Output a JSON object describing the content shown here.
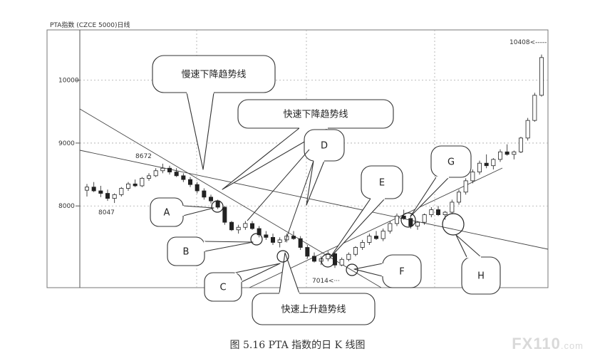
{
  "chart_data": {
    "type": "candlestick",
    "title": "PTA指数 (CZCE 5000)日线",
    "ylim": [
      6700,
      10800
    ],
    "yticks": [
      8000,
      9000,
      10000
    ],
    "grid": true,
    "annotations_price": [
      {
        "label": "8672",
        "value": 8672
      },
      {
        "label": "8047",
        "value": 8047
      },
      {
        "label": "7014",
        "value": 7014
      },
      {
        "label": "10408",
        "value": 10408
      }
    ],
    "trendline_labels": [
      "慢速下降趋势线",
      "快速下降趋势线",
      "快速上升趋势线"
    ],
    "point_labels": [
      "A",
      "B",
      "C",
      "D",
      "E",
      "F",
      "G",
      "H"
    ],
    "bars": [
      [
        8250,
        8350,
        8150,
        8300
      ],
      [
        8300,
        8380,
        8220,
        8240
      ],
      [
        8240,
        8320,
        8140,
        8200
      ],
      [
        8200,
        8260,
        8080,
        8120
      ],
      [
        8120,
        8200,
        8047,
        8180
      ],
      [
        8180,
        8300,
        8150,
        8280
      ],
      [
        8280,
        8380,
        8240,
        8350
      ],
      [
        8350,
        8420,
        8300,
        8320
      ],
      [
        8320,
        8460,
        8300,
        8440
      ],
      [
        8440,
        8520,
        8400,
        8480
      ],
      [
        8480,
        8600,
        8460,
        8560
      ],
      [
        8560,
        8672,
        8520,
        8600
      ],
      [
        8600,
        8640,
        8500,
        8540
      ],
      [
        8540,
        8600,
        8460,
        8480
      ],
      [
        8480,
        8520,
        8380,
        8420
      ],
      [
        8420,
        8460,
        8300,
        8340
      ],
      [
        8340,
        8380,
        8200,
        8240
      ],
      [
        8240,
        8280,
        8100,
        8140
      ],
      [
        8140,
        8180,
        8040,
        8080
      ],
      [
        8080,
        8100,
        7950,
        7980
      ],
      [
        7980,
        8000,
        7700,
        7740
      ],
      [
        7740,
        7760,
        7600,
        7620
      ],
      [
        7620,
        7700,
        7560,
        7660
      ],
      [
        7660,
        7760,
        7620,
        7720
      ],
      [
        7720,
        7760,
        7620,
        7640
      ],
      [
        7640,
        7680,
        7500,
        7540
      ],
      [
        7540,
        7600,
        7460,
        7500
      ],
      [
        7500,
        7560,
        7380,
        7420
      ],
      [
        7420,
        7500,
        7340,
        7460
      ],
      [
        7460,
        7560,
        7420,
        7520
      ],
      [
        7520,
        7600,
        7460,
        7480
      ],
      [
        7480,
        7520,
        7300,
        7340
      ],
      [
        7340,
        7380,
        7160,
        7200
      ],
      [
        7200,
        7260,
        7100,
        7120
      ],
      [
        7120,
        7200,
        7060,
        7160
      ],
      [
        7160,
        7280,
        7120,
        7240
      ],
      [
        7240,
        7300,
        7014,
        7060
      ],
      [
        7060,
        7180,
        7040,
        7150
      ],
      [
        7150,
        7260,
        7120,
        7230
      ],
      [
        7230,
        7360,
        7200,
        7340
      ],
      [
        7340,
        7460,
        7300,
        7420
      ],
      [
        7420,
        7560,
        7380,
        7520
      ],
      [
        7520,
        7600,
        7460,
        7480
      ],
      [
        7480,
        7640,
        7440,
        7600
      ],
      [
        7600,
        7760,
        7560,
        7720
      ],
      [
        7720,
        7880,
        7680,
        7840
      ],
      [
        7840,
        7940,
        7780,
        7800
      ],
      [
        7800,
        7860,
        7640,
        7680
      ],
      [
        7680,
        7760,
        7620,
        7740
      ],
      [
        7740,
        7880,
        7700,
        7860
      ],
      [
        7860,
        7980,
        7820,
        7940
      ],
      [
        7940,
        8000,
        7840,
        7860
      ],
      [
        7860,
        7920,
        7780,
        7900
      ],
      [
        7900,
        8100,
        7880,
        8060
      ],
      [
        8060,
        8260,
        8020,
        8220
      ],
      [
        8220,
        8440,
        8180,
        8400
      ],
      [
        8400,
        8580,
        8360,
        8540
      ],
      [
        8540,
        8720,
        8500,
        8680
      ],
      [
        8680,
        8820,
        8600,
        8640
      ],
      [
        8640,
        8760,
        8580,
        8740
      ],
      [
        8740,
        8900,
        8700,
        8860
      ],
      [
        8860,
        8980,
        8800,
        8820
      ],
      [
        8820,
        8880,
        8740,
        8860
      ],
      [
        8860,
        9100,
        8840,
        9080
      ],
      [
        9080,
        9400,
        9040,
        9360
      ],
      [
        9360,
        9800,
        9340,
        9760
      ],
      [
        9760,
        10408,
        9740,
        10360
      ]
    ]
  },
  "caption": "图 5.16    PTA 指数的日 K 线图",
  "watermark": {
    "brand": "FX110",
    "suffix": ".com"
  }
}
